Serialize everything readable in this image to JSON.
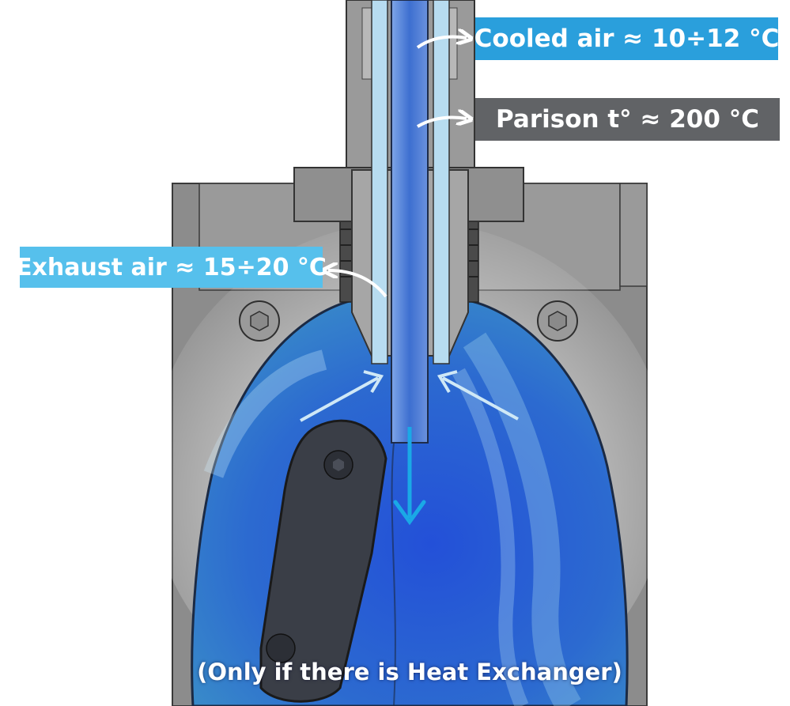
{
  "labels": {
    "cooled_air": "Cooled air ≈ 10÷12 °C",
    "parison_temp": "Parison t° ≈ 200 °C",
    "exhaust_air": "Exhaust air ≈ 15÷20 °C",
    "note": "(Only if there is Heat Exchanger)"
  },
  "colors": {
    "cooled_label_bg": "#2a9fdc",
    "parison_label_bg": "#616366",
    "exhaust_label_bg": "#56c0ec",
    "mold_gray": "#8a8a8a",
    "blow_pin_blue": "#3d6fd0",
    "air_blue": "#2c5fd8",
    "flow_arrow": "#1aa9e6"
  }
}
